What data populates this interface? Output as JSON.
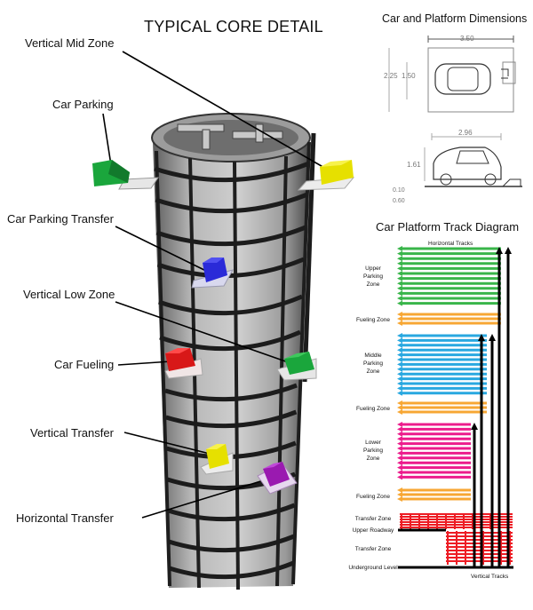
{
  "main_title": "TYPICAL CORE DETAIL",
  "callouts": [
    "Vertical Mid Zone",
    "Car Parking",
    "Car Parking Transfer",
    "Vertical Low Zone",
    "Car Fueling",
    "Vertical Transfer",
    "Horizontal Transfer"
  ],
  "dimensions": {
    "title": "Car and Platform Dimensions",
    "plan_width": "3.50",
    "plan_height_outer": "2.25",
    "plan_height_inner": "1.50",
    "side_length": "2.96",
    "side_height": "1.61",
    "side_small_1": "0.10",
    "side_small_2": "0.60"
  },
  "track_diagram": {
    "title": "Car Platform Track Diagram",
    "horizontal_tracks": "Horizontal Tracks",
    "vertical_tracks": "Vertical Tracks",
    "zones": [
      "Upper Parking Zone",
      "Fueling Zone",
      "Middle Parking Zone",
      "Fueling Zone",
      "Lower Parking Zone",
      "Fueling Zone",
      "Transfer Zone",
      "Upper Roadway",
      "Transfer Zone",
      "Underground Level"
    ],
    "zone_multiline": [
      [
        "Upper",
        "Parking",
        "Zone"
      ],
      [
        "Middle",
        "Parking",
        "Zone"
      ],
      [
        "Lower",
        "Parking",
        "Zone"
      ]
    ]
  },
  "colors": {
    "green": "#39b54a",
    "orange": "#f7a734",
    "blue": "#29a8e0",
    "magenta": "#ec1c8c",
    "red": "#ed1c24",
    "block_green": "#1aa63c",
    "block_yellow": "#e6e000",
    "block_blue": "#2a2ad8",
    "block_red": "#d81818",
    "block_purple": "#9a1ab0"
  }
}
